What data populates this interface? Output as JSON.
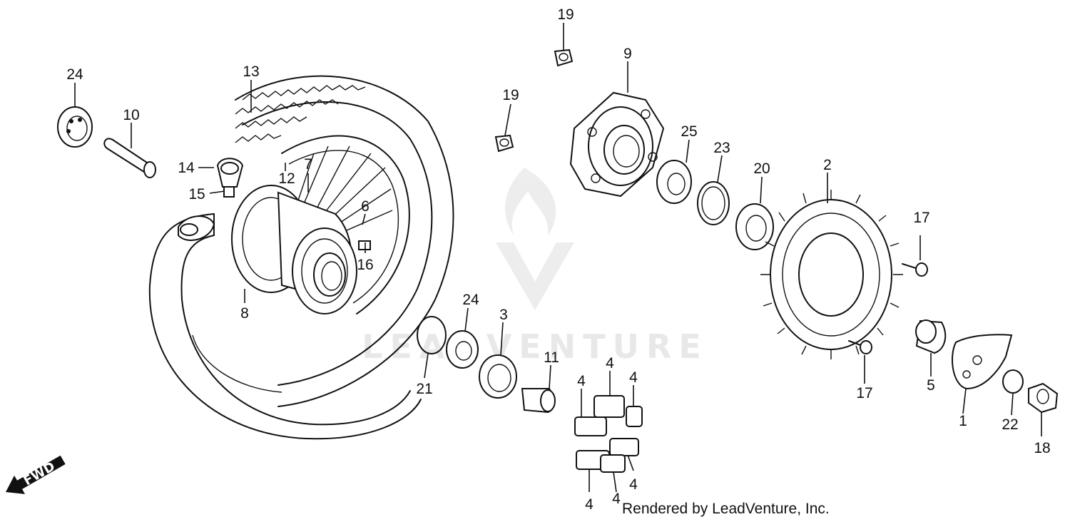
{
  "diagram": {
    "callouts": [
      "1",
      "2",
      "3",
      "4",
      "5",
      "6",
      "7",
      "8",
      "9",
      "10",
      "11",
      "12",
      "13",
      "14",
      "15",
      "16",
      "17",
      "18",
      "19",
      "20",
      "21",
      "22",
      "23",
      "24",
      "25"
    ],
    "direction_marker": "FWD",
    "watermark": "LEADVENTURE",
    "credit": "Rendered by LeadVenture, Inc."
  }
}
